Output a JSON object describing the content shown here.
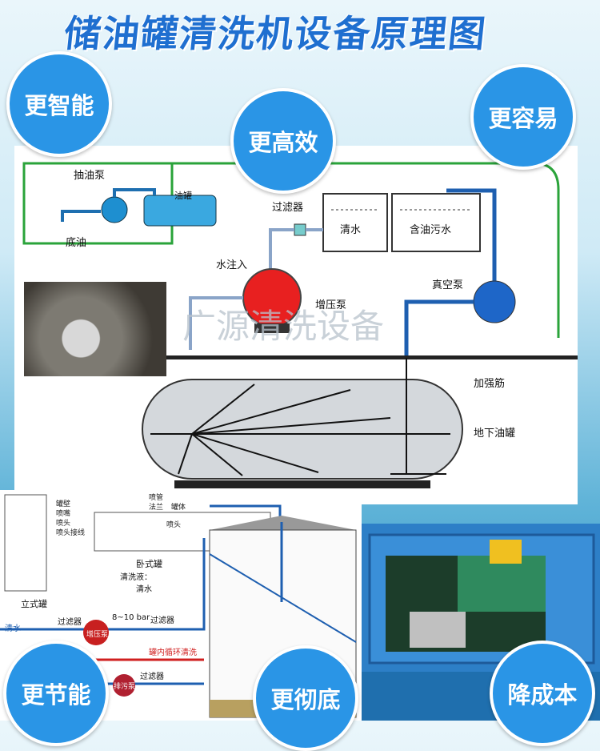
{
  "title": "储油罐清洗机设备原理图",
  "badges": {
    "smart": "更智能",
    "efficient": "更高效",
    "easy": "更容易",
    "energy": "更节能",
    "thorough": "更彻底",
    "cost": "降成本"
  },
  "upper_diagram": {
    "oil_pump": "抽油泵",
    "oil_tank": "油罐",
    "bottom_oil": "底油",
    "filter": "过滤器",
    "clean_water": "清水",
    "oily_water": "含油污水",
    "water_inlet": "水注入",
    "booster_pump": "增压泵",
    "vacuum_pump": "真空泵",
    "rib": "加强筋",
    "underground_tank": "地下油罐",
    "watermark": "广源清洗设备"
  },
  "lower_diagram": {
    "vertical_tank": "立式罐",
    "horizontal_tank": "卧式罐",
    "cleaning_fluid": "清洗液：",
    "clean_water2": "清水",
    "water_in": "清水",
    "filter1": "过滤器",
    "booster": "增压泵",
    "pressure": "8~10 bar",
    "filter2": "过滤器",
    "circulation": "罐内循环清洗",
    "filter3": "过滤器",
    "sewage_pump": "排污泵",
    "small_labels": [
      "罐壁",
      "喷嘴",
      "喷头",
      "喷头接线"
    ],
    "small_labels2": [
      "喷管",
      "法兰",
      "罐体",
      "喷头"
    ]
  }
}
